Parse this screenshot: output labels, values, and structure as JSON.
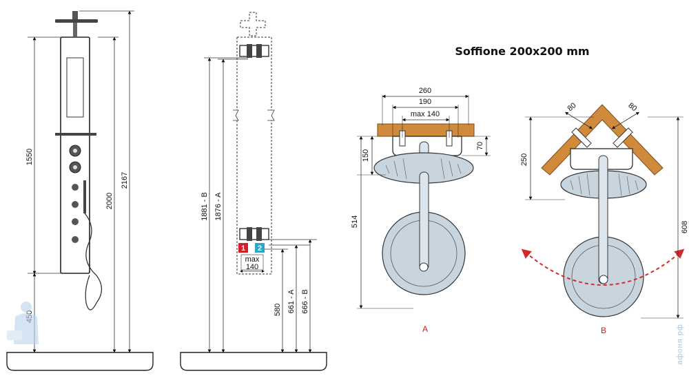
{
  "title": "Soffione 200x200 mm",
  "front_view": {
    "dimensions": [
      "1550",
      "2167",
      "2000",
      "450"
    ]
  },
  "side_view": {
    "dimensions": [
      "1881 - B",
      "1876 - A",
      "580",
      "661 - A",
      "666 - B"
    ],
    "badge_1": "1",
    "badge_2": "2",
    "max_label": "max",
    "max_value": "140"
  },
  "view_a": {
    "label": "A",
    "dimensions": {
      "w260": "260",
      "w190": "190",
      "max140": "max 140",
      "h70": "70",
      "h150": "150",
      "h514": "514"
    }
  },
  "view_b": {
    "label": "B",
    "dimensions": {
      "a80_left": "80",
      "a80_right": "80",
      "h250": "250",
      "h608": "608"
    }
  },
  "watermark": "афоня.рф",
  "colors": {
    "wood": "#d08a3c",
    "wood_edge": "#7a4a17",
    "head_fill": "#c9d5de",
    "arrow": "#d42a2a",
    "badge_1": "#d31f2a",
    "badge_2": "#2aa7c9",
    "label_red": "#c8201f"
  }
}
